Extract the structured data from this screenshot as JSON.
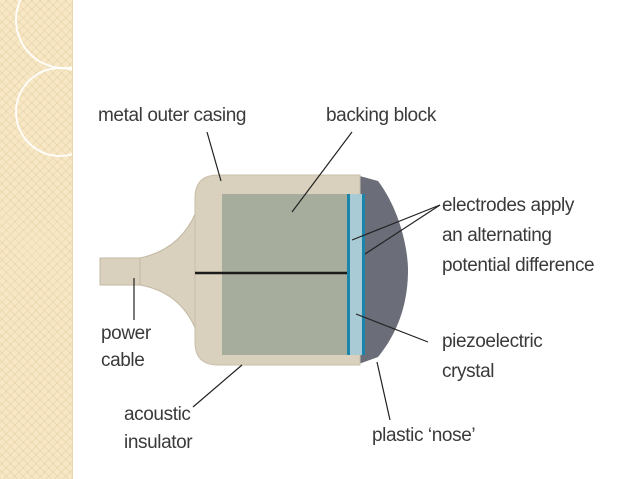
{
  "labels": {
    "casing": "metal outer casing",
    "backing": "backing block",
    "electrodes": [
      "electrodes apply",
      "an alternating",
      "potential difference"
    ],
    "power": [
      "power",
      "cable"
    ],
    "piezo": [
      "piezoelectric",
      "crystal"
    ],
    "insulator": [
      "acoustic",
      "insulator"
    ],
    "nose": "plastic ‘nose’"
  },
  "colors": {
    "side_strip": "#f7e7c4",
    "casing": "#d9d0bd",
    "backing_block": "#a7ad9c",
    "crystal": "#a9cbd6",
    "electrode": "#1b86a9",
    "nose": "#6b6e79",
    "line": "#222222"
  }
}
